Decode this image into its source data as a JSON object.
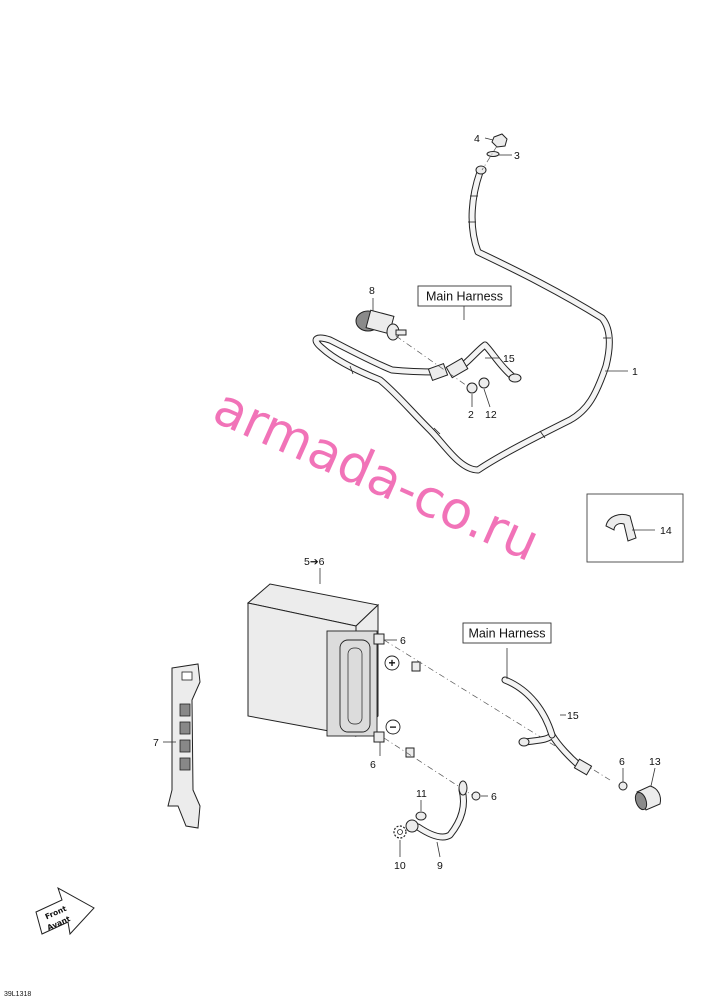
{
  "callouts": [
    {
      "id": "c1",
      "text": "1"
    },
    {
      "id": "c2",
      "text": "2"
    },
    {
      "id": "c3",
      "text": "3"
    },
    {
      "id": "c4",
      "text": "4"
    },
    {
      "id": "c5",
      "text": "5➔6"
    },
    {
      "id": "c6a",
      "text": "6"
    },
    {
      "id": "c6b",
      "text": "6"
    },
    {
      "id": "c6c",
      "text": "6"
    },
    {
      "id": "c6d",
      "text": "6"
    },
    {
      "id": "c7",
      "text": "7"
    },
    {
      "id": "c8",
      "text": "8"
    },
    {
      "id": "c9",
      "text": "9"
    },
    {
      "id": "c10",
      "text": "10"
    },
    {
      "id": "c11",
      "text": "11"
    },
    {
      "id": "c12",
      "text": "12"
    },
    {
      "id": "c13",
      "text": "13"
    },
    {
      "id": "c14",
      "text": "14"
    },
    {
      "id": "c15a",
      "text": "15"
    },
    {
      "id": "c15b",
      "text": "15"
    }
  ],
  "harness_label_top": "Main Harness",
  "harness_label_bottom": "Main Harness",
  "terminal_positive": "+",
  "terminal_negative": "−",
  "watermark": "armada-co.ru",
  "front_label": "Front",
  "avant_label": "Avant",
  "drawing_code": "39L1318"
}
